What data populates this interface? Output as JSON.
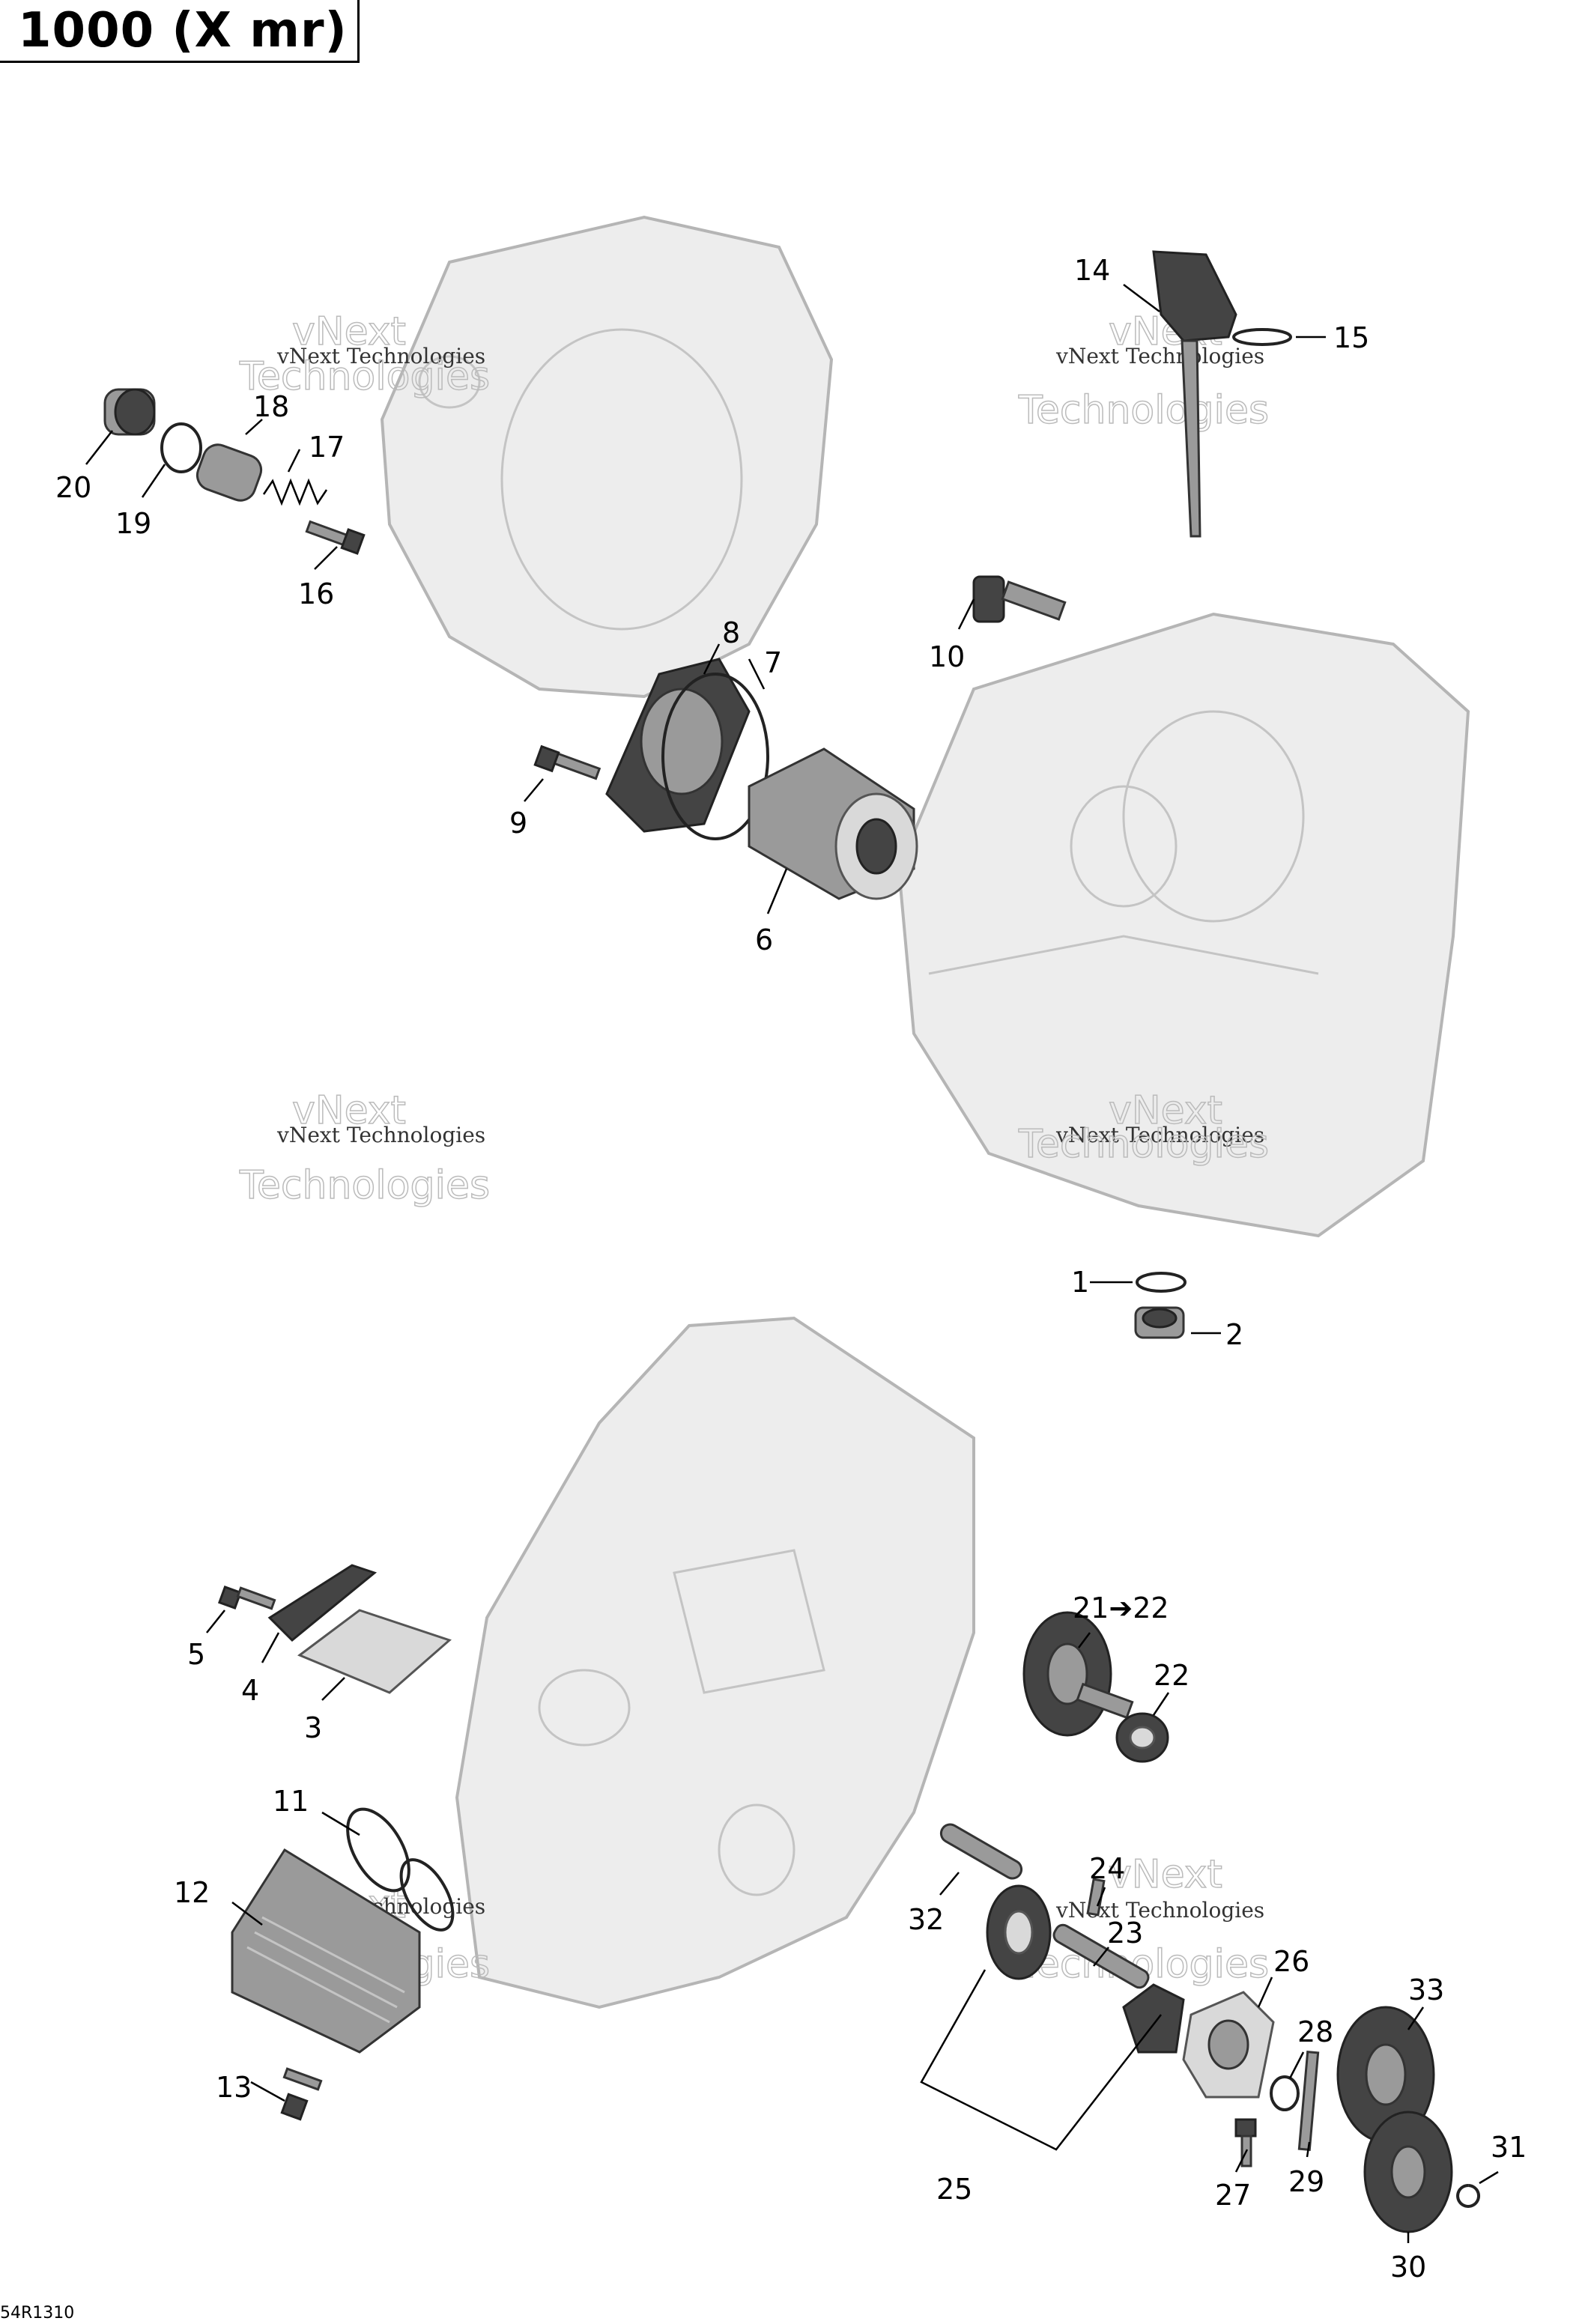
{
  "header": {
    "title": "1000 (X mr)"
  },
  "watermark": {
    "line1": "vNext Technologies",
    "line2": "vNext",
    "line3": "Technologies"
  },
  "reference_code": "54R1310",
  "callouts": {
    "c1": "1",
    "c2": "2",
    "c3": "3",
    "c4": "4",
    "c5": "5",
    "c6": "6",
    "c7": "7",
    "c8": "8",
    "c9": "9",
    "c10": "10",
    "c11": "11",
    "c12": "12",
    "c13": "13",
    "c14": "14",
    "c15": "15",
    "c16": "16",
    "c17": "17",
    "c18": "18",
    "c19": "19",
    "c20": "20",
    "c21": "21➔22",
    "c22": "22",
    "c23": "23",
    "c24": "24",
    "c25": "25",
    "c26": "26",
    "c27": "27",
    "c28": "28",
    "c29": "29",
    "c30": "30",
    "c31": "31",
    "c32": "32",
    "c33": "33"
  }
}
